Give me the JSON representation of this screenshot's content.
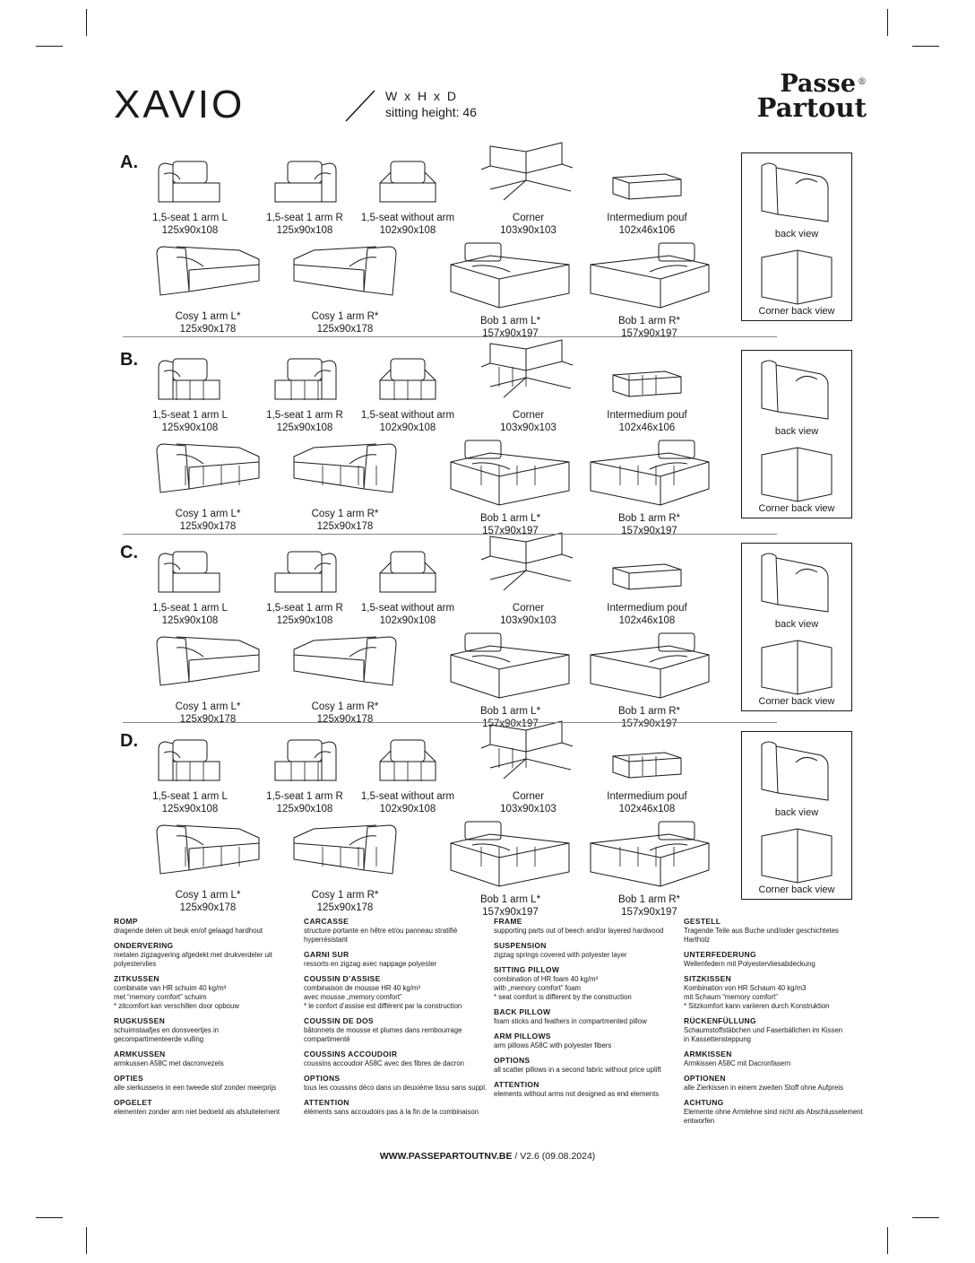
{
  "header": {
    "model": "XAVIO",
    "dimensions": "W x H x D",
    "sitting_height": "sitting height: 46"
  },
  "logo": {
    "line1": "Passe",
    "line2": "Partout",
    "reg": "®"
  },
  "sections": [
    {
      "letter": "A.",
      "items": [
        {
          "name": "1,5-seat 1 arm L",
          "size": "125x90x108"
        },
        {
          "name": "1,5-seat 1 arm R",
          "size": "125x90x108"
        },
        {
          "name": "1,5-seat without arm",
          "size": "102x90x108"
        },
        {
          "name": "Corner",
          "size": "103x90x103"
        },
        {
          "name": "Intermedium pouf",
          "size": "102x46x106"
        },
        {
          "name": "Cosy 1 arm L*",
          "size": "125x90x178"
        },
        {
          "name": "Cosy 1 arm R*",
          "size": "125x90x178"
        },
        {
          "name": "Bob 1 arm L*",
          "size": "157x90x197"
        },
        {
          "name": "Bob 1 arm R*",
          "size": "157x90x197"
        }
      ],
      "back_view": "back view",
      "corner_back_view": "Corner back  view"
    },
    {
      "letter": "B.",
      "items": [
        {
          "name": "1,5-seat 1 arm L",
          "size": "125x90x108"
        },
        {
          "name": "1,5-seat 1 arm R",
          "size": "125x90x108"
        },
        {
          "name": "1,5-seat without arm",
          "size": "102x90x108"
        },
        {
          "name": "Corner",
          "size": "103x90x103"
        },
        {
          "name": "Intermedium pouf",
          "size": "102x46x106"
        },
        {
          "name": "Cosy 1 arm L*",
          "size": "125x90x178"
        },
        {
          "name": "Cosy 1 arm R*",
          "size": "125x90x178"
        },
        {
          "name": "Bob 1 arm L*",
          "size": "157x90x197"
        },
        {
          "name": "Bob 1 arm R*",
          "size": "157x90x197"
        }
      ],
      "back_view": "back view",
      "corner_back_view": "Corner back  view"
    },
    {
      "letter": "C.",
      "items": [
        {
          "name": "1,5-seat 1 arm L",
          "size": "125x90x108"
        },
        {
          "name": "1,5-seat 1 arm R",
          "size": "125x90x108"
        },
        {
          "name": "1,5-seat without arm",
          "size": "102x90x108"
        },
        {
          "name": "Corner",
          "size": "103x90x103"
        },
        {
          "name": "Intermedium pouf",
          "size": "102x46x108"
        },
        {
          "name": "Cosy 1 arm L*",
          "size": "125x90x178"
        },
        {
          "name": "Cosy 1 arm R*",
          "size": "125x90x178"
        },
        {
          "name": "Bob 1 arm L*",
          "size": "157x90x197"
        },
        {
          "name": "Bob 1 arm R*",
          "size": "157x90x197"
        }
      ],
      "back_view": "back view",
      "corner_back_view": "Corner back  view"
    },
    {
      "letter": "D.",
      "items": [
        {
          "name": "1,5-seat 1 arm L",
          "size": "125x90x108"
        },
        {
          "name": "1,5-seat 1 arm R",
          "size": "125x90x108"
        },
        {
          "name": "1,5-seat without arm",
          "size": "102x90x108"
        },
        {
          "name": "Corner",
          "size": "103x90x103"
        },
        {
          "name": "Intermedium pouf",
          "size": "102x46x108"
        },
        {
          "name": "Cosy 1 arm L*",
          "size": "125x90x178"
        },
        {
          "name": "Cosy 1 arm R*",
          "size": "125x90x178"
        },
        {
          "name": "Bob 1 arm L*",
          "size": "157x90x197"
        },
        {
          "name": "Bob 1 arm R*",
          "size": "157x90x197"
        }
      ],
      "back_view": "back view",
      "corner_back_view": "Corner back  view"
    }
  ],
  "specs": {
    "nl": [
      {
        "h": "ROMP",
        "t": "dragende delen uit beuk en/of gelaagd hardhout"
      },
      {
        "h": "ONDERVERING",
        "t": "metalen zigzagvering afgedekt met drukverdeler uit\npolyestervlies"
      },
      {
        "h": "ZITKUSSEN",
        "t": "combinatie van HR schuim 40 kg/m³\nmet “memory comfort” schuim\n* zitcomfort kan verschillen door opbouw"
      },
      {
        "h": "RUGKUSSEN",
        "t": "schuimstaafjes en donsveertjes in\ngecompartimenteerde vulling"
      },
      {
        "h": "ARMKUSSEN",
        "t": "armkussen A58C met dacronvezels"
      },
      {
        "h": "OPTIES",
        "t": "alle sierkussens in een tweede stof zonder meerprijs"
      },
      {
        "h": "OPGELET",
        "t": "elementen zonder arm niet bedoeld als afsluitelement"
      }
    ],
    "fr": [
      {
        "h": "CARCASSE",
        "t": "structure portante en hêtre et/ou panneau stratifié\nhyperrésistant"
      },
      {
        "h": "GARNI SUR",
        "t": "ressorts en zigzag avec nappage polyester"
      },
      {
        "h": "COUSSIN D’ASSISE",
        "t": "combinaison de mousse HR 40 kg/m³\navec mousse „memory comfort”\n* le confort d’assise est différent par la construction"
      },
      {
        "h": "COUSSIN DE DOS",
        "t": "bâtonnets de mousse et plumes dans rembourrage\ncompartimenté"
      },
      {
        "h": "COUSSINS ACCOUDOIR",
        "t": "coussins accoudoir A58C avec des fibres de dacron"
      },
      {
        "h": "OPTIONS",
        "t": "tous les coussins déco dans un deuxième tissu sans suppl."
      },
      {
        "h": "ATTENTION",
        "t": "éléments sans accoudoirs pas à la fin de la combinaison"
      }
    ],
    "en": [
      {
        "h": "FRAME",
        "t": "supporting parts out of beech and/or layered hardwood"
      },
      {
        "h": "SUSPENSION",
        "t": "zigzag springs covered with polyester layer"
      },
      {
        "h": "SITTING PILLOW",
        "t": "combination of HR foam 40 kg/m³\nwith „memory comfort” foam\n* seat comfort is different by the construction"
      },
      {
        "h": "BACK PILLOW",
        "t": "foam sticks and feathers in compartmented pillow"
      },
      {
        "h": "ARM PILLOWS",
        "t": "arm pillows A58C with polyester fibers"
      },
      {
        "h": "OPTIONS",
        "t": "all scatter pillows in a second fabric without price uplift"
      },
      {
        "h": "ATTENTION",
        "t": "elements without arms not designed as end elements"
      }
    ],
    "de": [
      {
        "h": "GESTELL",
        "t": "Tragende Teile aus Buche und/oder geschichtetes Hartholz"
      },
      {
        "h": "UNTERFEDERUNG",
        "t": "Wellenfedern mit Polyestervliesabdeckung"
      },
      {
        "h": "SITZKISSEN",
        "t": "Kombination von HR Schaum 40 kg/m3\nmit Schaum “memory comfort”\n* Sitzkomfort kann variieren durch Konstruktion"
      },
      {
        "h": "RÜCKENFÜLLUNG",
        "t": "Schaumstoffstäbchen und Faserbällchen im Kissen\nin Kassettensteppung"
      },
      {
        "h": "ARMKISSEN",
        "t": "Armkissen A58C mit Dacronfasern"
      },
      {
        "h": "OPTIONEN",
        "t": "alle Zierkissen in einem zweiten Stoff ohne Aufpreis"
      },
      {
        "h": "ACHTUNG",
        "t": "Elemente ohne Armlehne sind nicht als Abschlusselement\nentworfen"
      }
    ]
  },
  "footer": {
    "url": "WWW.PASSEPARTOUTNV.BE",
    "version": " / V2.6 (09.08.2024)"
  }
}
